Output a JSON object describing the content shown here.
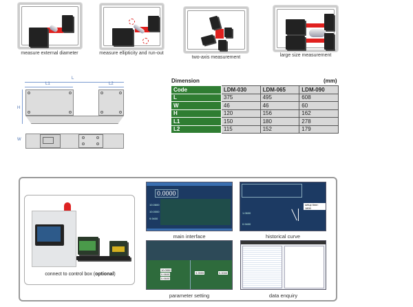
{
  "applications": [
    {
      "caption": "measure external diameter"
    },
    {
      "caption": "measure ellipticity and run-out"
    },
    {
      "caption": "two-axis measurement"
    },
    {
      "caption": "large size measurement"
    }
  ],
  "drawing": {
    "labels": {
      "L": "L",
      "L1": "L1",
      "L2": "L2",
      "H": "H",
      "W": "W"
    }
  },
  "dimension": {
    "title": "Dimension",
    "unit": "(mm)",
    "header": [
      "Code",
      "LDM-030",
      "LDM-065",
      "LDM-090"
    ],
    "rows": [
      [
        "L",
        "375",
        "495",
        "608"
      ],
      [
        "W",
        "46",
        "46",
        "60"
      ],
      [
        "H",
        "120",
        "156",
        "162"
      ],
      [
        "L1",
        "150",
        "180",
        "278"
      ],
      [
        "L2",
        "115",
        "152",
        "179"
      ]
    ]
  },
  "software": {
    "control_box_caption_prefix": "connect to control box (",
    "control_box_caption_bold": "optional",
    "control_box_caption_suffix": ")",
    "screens": [
      {
        "caption": "main interface",
        "reading": "0.0000",
        "ticks": [
          "10.0600",
          "10.0000",
          "9.9400"
        ]
      },
      {
        "caption": "historical curve",
        "reading": "1.0600",
        "ticks": [
          "0.9400"
        ],
        "setup_time": "setup time: 1800"
      },
      {
        "caption": "parameter setting",
        "values": [
          "10.0000",
          "0.0600",
          "0.0600",
          "9.9999",
          "0.0000"
        ]
      },
      {
        "caption": "data enquiry"
      }
    ]
  },
  "colors": {
    "table_header": "#2f7d32",
    "beam": "#e0201e",
    "screen_bg": "#1c3a63"
  }
}
